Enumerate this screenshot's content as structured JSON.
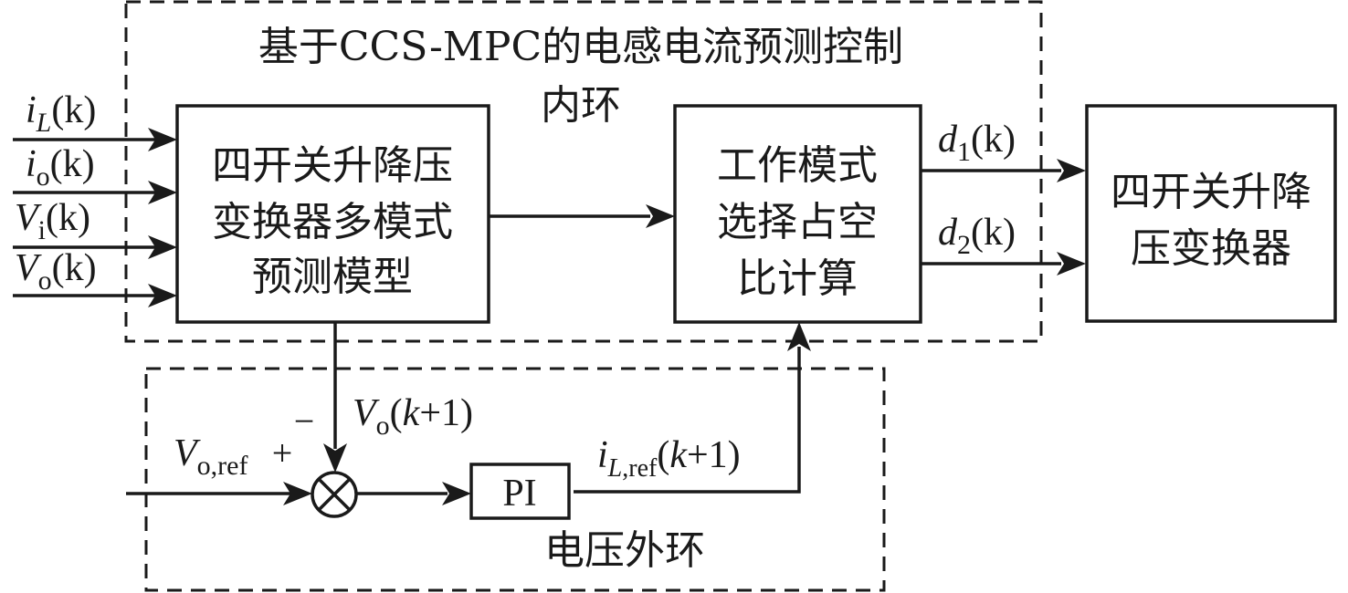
{
  "diagram": {
    "inner_loop": {
      "title_line1": "基于CCS-MPC的电感电流预测控制",
      "title_line2": "内环"
    },
    "outer_loop": {
      "title": "电压外环"
    },
    "blocks": {
      "prediction_model": {
        "lines": [
          "四开关升降压",
          "变换器多模式",
          "预测模型"
        ]
      },
      "mode_select": {
        "lines": [
          "工作模式",
          "选择占空",
          "比计算"
        ]
      },
      "converter": {
        "lines": [
          "四开关升降",
          "压变换器"
        ]
      },
      "pi": {
        "label": "PI"
      }
    },
    "inputs": [
      {
        "base": "i",
        "sub": "L",
        "sub_italic": true,
        "arg": "(k)"
      },
      {
        "base": "i",
        "sub": "o",
        "sub_italic": false,
        "arg": "(k)"
      },
      {
        "base": "V",
        "sub": "i",
        "sub_italic": false,
        "arg": "(k)"
      },
      {
        "base": "V",
        "sub": "o",
        "sub_italic": false,
        "arg": "(k)"
      }
    ],
    "outputs": [
      {
        "base": "d",
        "sub": "1",
        "arg": "(k)"
      },
      {
        "base": "d",
        "sub": "2",
        "arg": "(k)"
      }
    ],
    "signals": {
      "vo_pred": {
        "base": "V",
        "sub": "o",
        "arg_open": "(",
        "k": "k",
        "plus_one": "+1)"
      },
      "vo_ref": {
        "base": "V",
        "sub": "o,ref"
      },
      "il_ref": {
        "base": "i",
        "sub_italic": "L",
        "sub_rest": ",ref",
        "arg_open": "(",
        "k": "k",
        "plus_one": "+1)"
      }
    },
    "summing_junction": {
      "plus_sign": "+",
      "minus_sign": "−",
      "symbol": "⊗"
    }
  }
}
